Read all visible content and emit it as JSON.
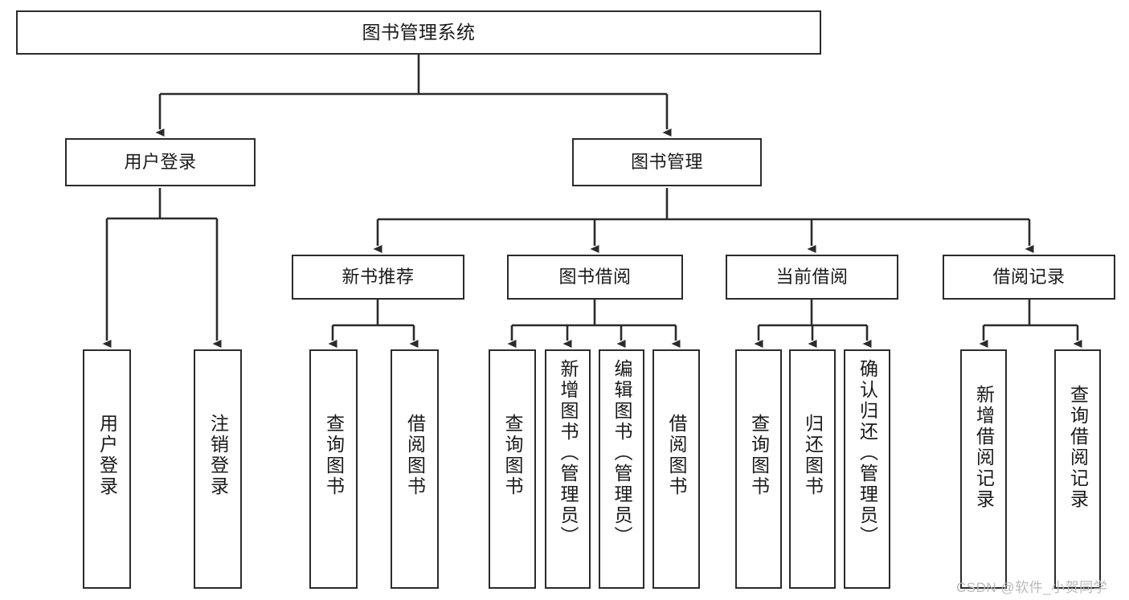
{
  "diagram": {
    "type": "tree",
    "title": "图书管理系统",
    "watermark": "CSDN @软件_小贺同学",
    "colors": {
      "stroke": "#2b2b2b",
      "fill": "#ffffff",
      "text": "#1a1a1a",
      "watermark": "#b9b9b9"
    },
    "nodes": {
      "root": {
        "label": "图书管理系统"
      },
      "level2": [
        {
          "id": "user-login",
          "label": "用户登录"
        },
        {
          "id": "book-manage",
          "label": "图书管理"
        }
      ],
      "level3": [
        {
          "id": "new-book-rec",
          "label": "新书推荐"
        },
        {
          "id": "book-borrow",
          "label": "图书借阅"
        },
        {
          "id": "current-borrow",
          "label": "当前借阅"
        },
        {
          "id": "borrow-record",
          "label": "借阅记录"
        }
      ],
      "leaves": {
        "user-login": [
          {
            "id": "leaf-user-login",
            "label": "用户登录"
          },
          {
            "id": "leaf-logout",
            "label": "注销登录"
          }
        ],
        "new-book-rec": [
          {
            "id": "leaf-query-book-1",
            "label": "查询图书"
          },
          {
            "id": "leaf-borrow-book-1",
            "label": "借阅图书"
          }
        ],
        "book-borrow": [
          {
            "id": "leaf-query-book-2",
            "label": "查询图书"
          },
          {
            "id": "leaf-add-book",
            "label": "新增图书（管理员）"
          },
          {
            "id": "leaf-edit-book",
            "label": "编辑图书（管理员）"
          },
          {
            "id": "leaf-borrow-book-2",
            "label": "借阅图书"
          }
        ],
        "current-borrow": [
          {
            "id": "leaf-query-book-3",
            "label": "查询图书"
          },
          {
            "id": "leaf-return-book",
            "label": "归还图书"
          },
          {
            "id": "leaf-confirm-return",
            "label": "确认归还（管理员）"
          }
        ],
        "borrow-record": [
          {
            "id": "leaf-add-record",
            "label": "新增借阅记录"
          },
          {
            "id": "leaf-query-record",
            "label": "查询借阅记录"
          }
        ]
      }
    }
  }
}
